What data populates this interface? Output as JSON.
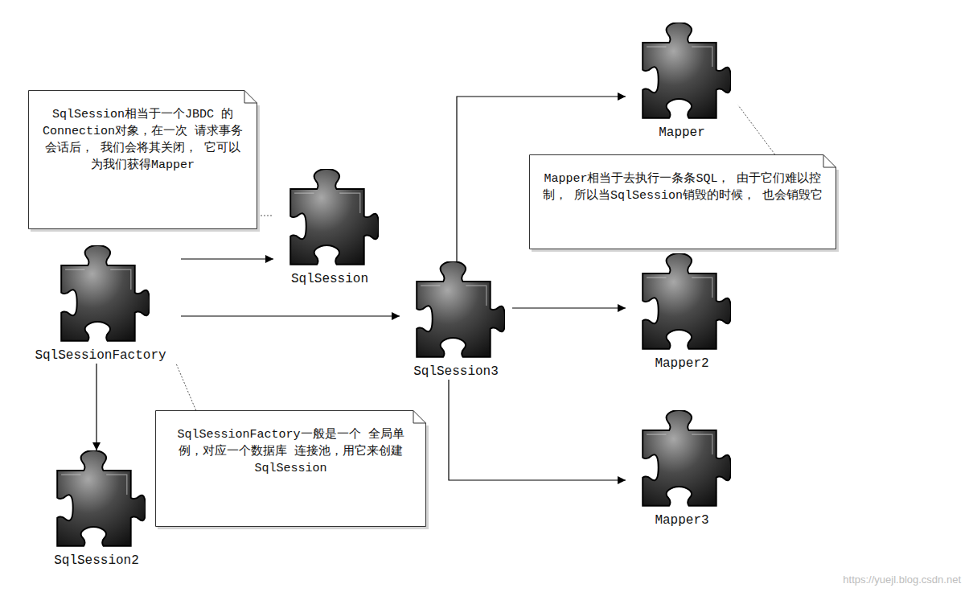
{
  "diagram": {
    "nodes": [
      {
        "text": [
          "Mapper"
        ]
      },
      {
        "text": [
          "SqlSession相当于一个JBDC 的Connection对象，在一次 请求事务会话后， 我们会将其关闭， 它可以为我们获得Mapper"
        ]
      },
      {
        "text": [
          "SqlSession"
        ]
      },
      {
        "text": [
          "Mapper相当于去执行一条条SQL， 由于它们难以控制， 所以当SqlSession销毁的时候， 也会销毁它"
        ]
      },
      {
        "text": [
          "SqlSessionFactory"
        ]
      },
      {
        "text": [
          "SqlSession3"
        ]
      },
      {
        "text": [
          "Mapper2"
        ]
      },
      {
        "text": [
          "SqlSessionFactory一般是一个 全局单例，对应一个数据库 连接池，用它来创建SqlSession"
        ]
      },
      {
        "text": [
          "Mapper3"
        ]
      },
      {
        "text": [
          "SqlSession2"
        ]
      }
    ],
    "edges": [
      {
        "from": 4,
        "to": 2,
        "arrow": "to"
      },
      {
        "from": 4,
        "to": 5,
        "arrow": "to"
      },
      {
        "from": 4,
        "to": 9,
        "arrow": "to"
      },
      {
        "from": 5,
        "to": 0,
        "arrow": "to"
      },
      {
        "from": 5,
        "to": 6,
        "arrow": "to"
      },
      {
        "from": 5,
        "to": 8,
        "arrow": "to"
      },
      {
        "from": 1,
        "to": 2,
        "arrow": "none"
      },
      {
        "from": 3,
        "to": 0,
        "arrow": "none"
      },
      {
        "from": 7,
        "to": 4,
        "arrow": "none"
      }
    ],
    "labels": [
      "https://yuejl.blog.csdn.net"
    ]
  }
}
